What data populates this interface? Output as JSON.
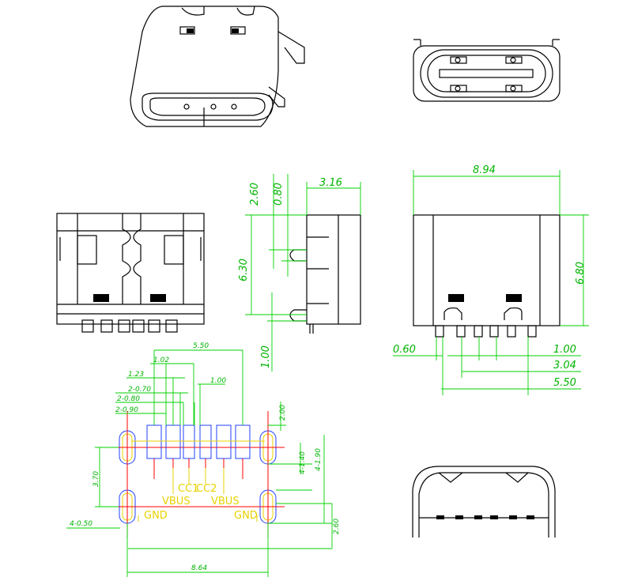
{
  "dimensions": {
    "side_height_top": "2.60",
    "side_step": "0.80",
    "side_depth": "3.16",
    "side_body": "6.30",
    "side_pin": "1.00",
    "end_width": "8.94",
    "end_height": "6.80",
    "end_pitch_small": "0.60",
    "end_span_100": "1.00",
    "end_span_304": "3.04",
    "end_span_550": "5.50",
    "fp_550": "5.50",
    "fp_102": "1.02",
    "fp_123": "1.23",
    "fp_2x070": "2-0.70",
    "fp_2x080": "2-0.80",
    "fp_2x090": "2-0.90",
    "fp_100": "1.00",
    "fp_200": "2.00",
    "fp_370": "3.70",
    "fp_4x140": "4-1.40",
    "fp_4x190": "4-1.90",
    "fp_4x050": "4-0.50",
    "fp_260": "2.60",
    "fp_864": "8.64"
  },
  "pin_labels": {
    "cc1": "CC1",
    "cc2": "CC2",
    "vbus_left": "VBUS",
    "vbus_right": "VBUS",
    "gnd_left": "GND",
    "gnd_right": "GND"
  }
}
